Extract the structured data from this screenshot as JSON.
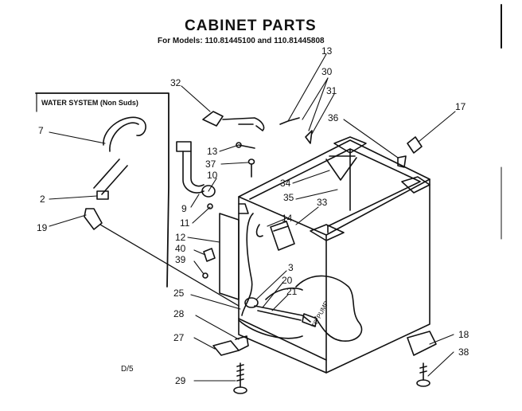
{
  "title": "CABINET PARTS",
  "models_line": "For Models: 110.81445100 and 110.81445808",
  "water_system_label": "WATER SYSTEM (Non Suds)",
  "pump_label": "TO PUMP",
  "page_code": "D/5",
  "callouts": [
    {
      "id": "c32",
      "text": "32"
    },
    {
      "id": "c13a",
      "text": "13"
    },
    {
      "id": "c30",
      "text": "30"
    },
    {
      "id": "c31",
      "text": "31"
    },
    {
      "id": "c17",
      "text": "17"
    },
    {
      "id": "c36",
      "text": "36"
    },
    {
      "id": "c7",
      "text": "7"
    },
    {
      "id": "c13b",
      "text": "13"
    },
    {
      "id": "c37",
      "text": "37"
    },
    {
      "id": "c10",
      "text": "10"
    },
    {
      "id": "c34",
      "text": "34"
    },
    {
      "id": "c35",
      "text": "35"
    },
    {
      "id": "c2",
      "text": "2"
    },
    {
      "id": "c9",
      "text": "9"
    },
    {
      "id": "c33",
      "text": "33"
    },
    {
      "id": "c11",
      "text": "11"
    },
    {
      "id": "c14",
      "text": "14"
    },
    {
      "id": "c19",
      "text": "19"
    },
    {
      "id": "c12",
      "text": "12"
    },
    {
      "id": "c40",
      "text": "40"
    },
    {
      "id": "c39",
      "text": "39"
    },
    {
      "id": "c3",
      "text": "3"
    },
    {
      "id": "c20",
      "text": "20"
    },
    {
      "id": "c21",
      "text": "21"
    },
    {
      "id": "c25",
      "text": "25"
    },
    {
      "id": "c28",
      "text": "28"
    },
    {
      "id": "c27",
      "text": "27"
    },
    {
      "id": "c18",
      "text": "18"
    },
    {
      "id": "c38",
      "text": "38"
    },
    {
      "id": "c29",
      "text": "29"
    }
  ]
}
